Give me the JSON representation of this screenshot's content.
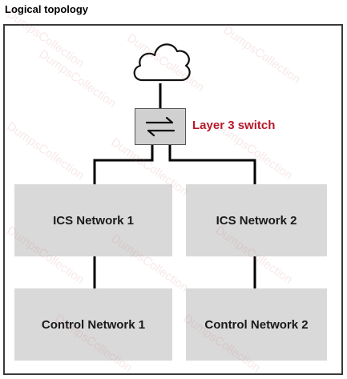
{
  "title": "Logical topology",
  "switch_label": "Layer 3 switch",
  "ics_networks": [
    {
      "label": "ICS Network 1"
    },
    {
      "label": "ICS Network 2"
    }
  ],
  "control_networks": [
    {
      "label": "Control Network 1"
    },
    {
      "label": "Control Network 2"
    }
  ],
  "watermark": "DumpsCollection",
  "colors": {
    "switch_label": "#b7192a",
    "box_fill": "#d9d9d9",
    "switch_fill": "#d0d0d0",
    "link": "#000000"
  },
  "icons": [
    "cloud-icon",
    "switch-arrows-icon"
  ]
}
